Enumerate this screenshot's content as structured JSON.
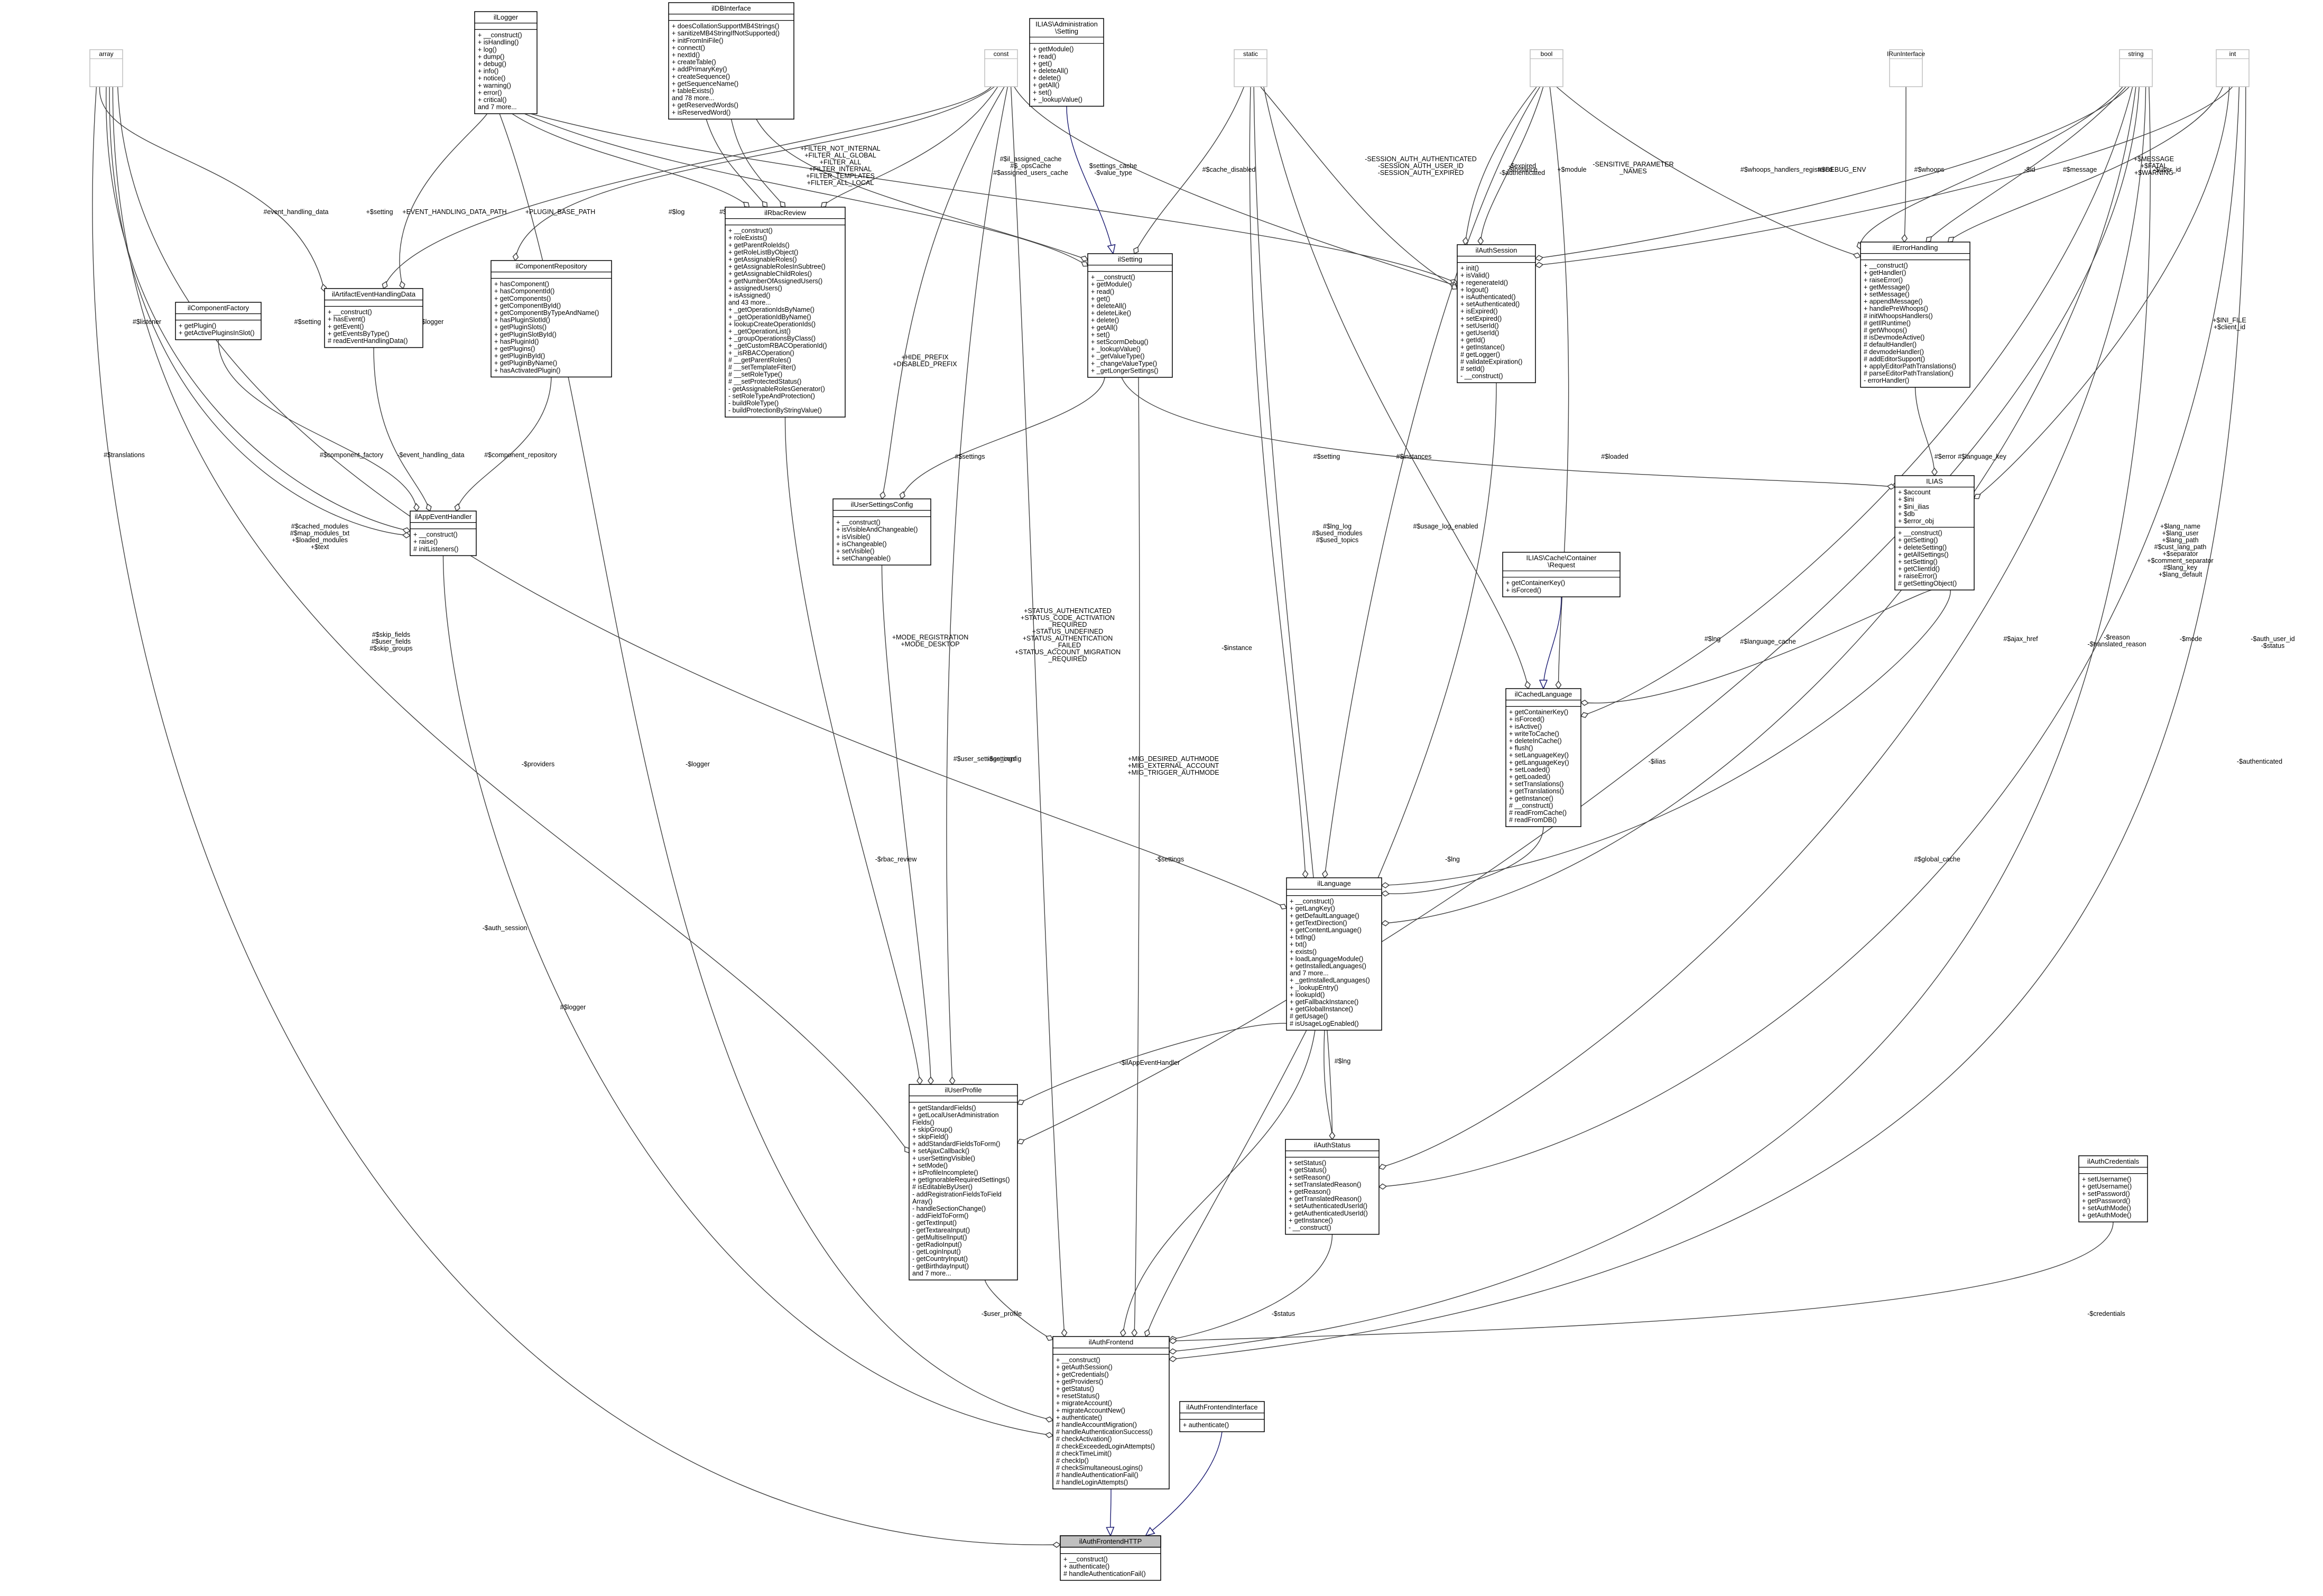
{
  "primitive_types": [
    "array",
    "const",
    "static",
    "bool",
    "string",
    "int",
    "IRunInterface"
  ],
  "classes": [
    {
      "id": "ilLogger",
      "title": [
        "ilLogger"
      ],
      "attrs": [],
      "methods": [
        "+ __construct()",
        "+ isHandling()",
        "+ log()",
        "+ dump()",
        "+ debug()",
        "+ info()",
        "+ notice()",
        "+ warning()",
        "+ error()",
        "+ critical()",
        "and 7 more..."
      ]
    },
    {
      "id": "ilDBInterface",
      "title": [
        "ilDBInterface"
      ],
      "attrs": [],
      "methods": [
        "+ doesCollationSupportMB4Strings()",
        "+ sanitizeMB4StringIfNotSupported()",
        "+ initFromIniFile()",
        "+ connect()",
        "+ nextId()",
        "+ createTable()",
        "+ addPrimaryKey()",
        "+ createSequence()",
        "+ getSequenceName()",
        "+ tableExists()",
        "and 78 more...",
        "+ getReservedWords()",
        "+ isReservedWord()"
      ]
    },
    {
      "id": "ilAdminSetting",
      "title": [
        "ILIAS\\Administration",
        "\\Setting"
      ],
      "attrs": [],
      "methods": [
        "+ getModule()",
        "+ read()",
        "+ get()",
        "+ deleteAll()",
        "+ delete()",
        "+ getAll()",
        "+ set()",
        "+ _lookupValue()"
      ]
    },
    {
      "id": "ilRbacReview",
      "title": [
        "ilRbacReview"
      ],
      "attrs": [],
      "methods": [
        "+ __construct()",
        "+ roleExists()",
        "+ getParentRoleIds()",
        "+ getRoleListByObject()",
        "+ getAssignableRoles()",
        "+ getAssignableRolesInSubtree()",
        "+ getAssignableChildRoles()",
        "+ getNumberOfAssignedUsers()",
        "+ assignedUsers()",
        "+ isAssigned()",
        "and 43 more...",
        "+ _getOperationIdsByName()",
        "+ _getOperationIdByName()",
        "+ lookupCreateOperationIds()",
        "+ _getOperationList()",
        "+ _groupOperationsByClass()",
        "+ _getCustomRBACOperationId()",
        "+ _isRBACOperation()",
        "# __getParentRoles()",
        "# __setTemplateFilter()",
        "# __setRoleType()",
        "# __setProtectedStatus()",
        "- getAssignableRolesGenerator()",
        "- setRoleTypeAndProtection()",
        "- buildRoleType()",
        "- buildProtectionByStringValue()"
      ]
    },
    {
      "id": "ilSetting",
      "title": [
        "ilSetting"
      ],
      "attrs": [],
      "methods": [
        "+ __construct()",
        "+ getModule()",
        "+ read()",
        "+ get()",
        "+ deleteAll()",
        "+ deleteLike()",
        "+ delete()",
        "+ getAll()",
        "+ set()",
        "+ setScormDebug()",
        "+ _lookupValue()",
        "+ _getValueType()",
        "+ _changeValueType()",
        "+ _getLongerSettings()"
      ]
    },
    {
      "id": "ilAuthSession",
      "title": [
        "ilAuthSession"
      ],
      "attrs": [],
      "methods": [
        "+ init()",
        "+ isValid()",
        "+ regenerateId()",
        "+ logout()",
        "+ isAuthenticated()",
        "+ setAuthenticated()",
        "+ isExpired()",
        "+ setExpired()",
        "+ setUserId()",
        "+ getUserId()",
        "+ getId()",
        "+ getInstance()",
        "# getLogger()",
        "# validateExpiration()",
        "# setId()",
        "- __construct()"
      ]
    },
    {
      "id": "ilErrorHandling",
      "title": [
        "ilErrorHandling"
      ],
      "attrs": [],
      "methods": [
        "+ __construct()",
        "+ getHandler()",
        "+ raiseError()",
        "+ getMessage()",
        "+ setMessage()",
        "+ appendMessage()",
        "+ handlePreWhoops()",
        "# initWhoopsHandlers()",
        "# getIlRuntime()",
        "# getWhoops()",
        "# isDevmodeActive()",
        "# defaultHandler()",
        "# devmodeHandler()",
        "# addEditorSupport()",
        "+ applyEditorPathTranslations()",
        "# parseEditorPathTranslation()",
        "- errorHandler()"
      ]
    },
    {
      "id": "ilComponentFactory",
      "title": [
        "ilComponentFactory"
      ],
      "attrs": [],
      "methods": [
        "+ getPlugin()",
        "+ getActivePluginsInSlot()"
      ]
    },
    {
      "id": "ilArtifactEventHandlingData",
      "title": [
        "ilArtifactEventHandlingData"
      ],
      "attrs": [],
      "methods": [
        "+ __construct()",
        "+ hasEvent()",
        "+ getEvent()",
        "+ getEventsByType()",
        "# readEventHandlingData()"
      ]
    },
    {
      "id": "ilComponentRepository",
      "title": [
        "ilComponentRepository"
      ],
      "attrs": [],
      "methods": [
        "+ hasComponent()",
        "+ hasComponentId()",
        "+ getComponents()",
        "+ getComponentById()",
        "+ getComponentByTypeAndName()",
        "+ hasPluginSlotId()",
        "+ getPluginSlots()",
        "+ getPluginSlotById()",
        "+ hasPluginId()",
        "+ getPlugins()",
        "+ getPluginById()",
        "+ getPluginByName()",
        "+ hasActivatedPlugin()"
      ]
    },
    {
      "id": "ilAppEventHandler",
      "title": [
        "ilAppEventHandler"
      ],
      "attrs": [],
      "methods": [
        "+ __construct()",
        "+ raise()",
        "# initListeners()"
      ]
    },
    {
      "id": "ilUserSettingsConfig",
      "title": [
        "ilUserSettingsConfig"
      ],
      "attrs": [],
      "methods": [
        "+ __construct()",
        "+ isVisibleAndChangeable()",
        "+ isVisible()",
        "+ isChangeable()",
        "+ setVisible()",
        "+ setChangeable()"
      ]
    },
    {
      "id": "ilCacheRequest",
      "title": [
        "ILIAS\\Cache\\Container",
        "\\Request"
      ],
      "attrs": [],
      "methods": [
        "+ getContainerKey()",
        "+ isForced()"
      ]
    },
    {
      "id": "ILIAS",
      "title": [
        "ILIAS"
      ],
      "attrs": [
        "+ $account",
        "+ $ini",
        "+ $ini_ilias",
        "+ $db",
        "+ $error_obj"
      ],
      "methods": [
        "+ __construct()",
        "+ getSetting()",
        "+ deleteSetting()",
        "+ getAllSettings()",
        "+ setSetting()",
        "+ getClientId()",
        "+ raiseError()",
        "# getSettingObject()"
      ]
    },
    {
      "id": "ilCachedLanguage",
      "title": [
        "ilCachedLanguage"
      ],
      "attrs": [],
      "methods": [
        "+ getContainerKey()",
        "+ isForced()",
        "+ isActive()",
        "+ writeToCache()",
        "+ deleteInCache()",
        "+ flush()",
        "+ setLanguageKey()",
        "+ getLanguageKey()",
        "+ setLoaded()",
        "+ getLoaded()",
        "+ setTranslations()",
        "+ getTranslations()",
        "+ getInstance()",
        "# __construct()",
        "# readFromCache()",
        "# readFromDB()"
      ]
    },
    {
      "id": "ilLanguage",
      "title": [
        "ilLanguage"
      ],
      "attrs": [],
      "methods": [
        "+ __construct()",
        "+ getLangKey()",
        "+ getDefaultLanguage()",
        "+ getTextDirection()",
        "+ getContentLanguage()",
        "+ txtlng()",
        "+ txt()",
        "+ exists()",
        "+ loadLanguageModule()",
        "+ getInstalledLanguages()",
        "and 7 more...",
        "+ _getInstalledLanguages()",
        "+ _lookupEntry()",
        "+ lookupId()",
        "+ getFallbackInstance()",
        "+ getGlobalInstance()",
        "# getUsage()",
        "# isUsageLogEnabled()"
      ]
    },
    {
      "id": "ilUserProfile",
      "title": [
        "ilUserProfile"
      ],
      "attrs": [],
      "methods": [
        "+ getStandardFields()",
        "+ getLocalUserAdministration",
        "Fields()",
        "+ skipGroup()",
        "+ skipField()",
        "+ addStandardFieldsToForm()",
        "+ setAjaxCallback()",
        "+ userSettingVisible()",
        "+ setMode()",
        "+ isProfileIncomplete()",
        "+ getIgnorableRequiredSettings()",
        "# isEditableByUser()",
        "- addRegistrationFieldsToField",
        "Array()",
        "- handleSectionChange()",
        "- addFieldToForm()",
        "- getTextInput()",
        "- getTextareaInput()",
        "- getMultiselInput()",
        "- getRadioInput()",
        "- getLoginInput()",
        "- getCountryInput()",
        "- getBirthdayInput()",
        "and 7 more..."
      ]
    },
    {
      "id": "ilAuthStatus",
      "title": [
        "ilAuthStatus"
      ],
      "attrs": [],
      "methods": [
        "+ setStatus()",
        "+ getStatus()",
        "+ setReason()",
        "+ setTranslatedReason()",
        "+ getReason()",
        "+ getTranslatedReason()",
        "+ setAuthenticatedUserId()",
        "+ getAuthenticatedUserId()",
        "+ getInstance()",
        "- __construct()"
      ]
    },
    {
      "id": "ilAuthCredentials",
      "title": [
        "ilAuthCredentials"
      ],
      "attrs": [],
      "methods": [
        "+ setUsername()",
        "+ getUsername()",
        "+ setPassword()",
        "+ getPassword()",
        "+ setAuthMode()",
        "+ getAuthMode()"
      ]
    },
    {
      "id": "ilAuthFrontend",
      "title": [
        "ilAuthFrontend"
      ],
      "attrs": [],
      "methods": [
        "+ __construct()",
        "+ getAuthSession()",
        "+ getCredentials()",
        "+ getProviders()",
        "+ getStatus()",
        "+ resetStatus()",
        "+ migrateAccount()",
        "+ migrateAccountNew()",
        "+ authenticate()",
        "# handleAccountMigration()",
        "# handleAuthenticationSuccess()",
        "# checkActivation()",
        "# checkExceededLoginAttempts()",
        "# checkTimeLimit()",
        "# checkIp()",
        "# checkSimultaneousLogins()",
        "# handleAuthenticationFail()",
        "# handleLoginAttempts()"
      ]
    },
    {
      "id": "ilAuthFrontendInterface",
      "title": [
        "ilAuthFrontendInterface"
      ],
      "attrs": [],
      "methods": [
        "+ authenticate()"
      ]
    },
    {
      "id": "ilAuthFrontendHTTP",
      "title": [
        "ilAuthFrontendHTTP"
      ],
      "attrs": [],
      "methods": [
        "+ __construct()",
        "+ authenticate()",
        "# handleAuthenticationFail()"
      ]
    }
  ],
  "edge_labels": [
    [
      "#event_handling_data"
    ],
    [
      "+$setting"
    ],
    [
      "+EVENT_HANDLING_DATA_PATH"
    ],
    [
      "+PLUGIN_BASE_PATH"
    ],
    [
      "#$log"
    ],
    [
      "#$db"
    ],
    [
      "-$logger"
    ],
    [
      "#$db"
    ],
    [
      "+FILTER_NOT_INTERNAL",
      "+FILTER_ALL_GLOBAL",
      "+FILTER_ALL",
      "+FILTER_INTERNAL",
      "+FILTER_TEMPLATES",
      "+FILTER_ALL_LOCAL"
    ],
    [
      "#$il_assigned_cache",
      "#$_opsCache",
      "#$assigned_users_cache"
    ],
    [
      "$settings_cache",
      "-$value_type"
    ],
    [
      "#$cache_disabled"
    ],
    [
      "-SESSION_AUTH_AUTHENTICATED",
      "-SESSION_AUTH_USER_ID",
      "-SESSION_AUTH_EXPIRED"
    ],
    [
      "-$instance"
    ],
    [
      "-$expired",
      "-$authenticated"
    ],
    [
      "+$module"
    ],
    [
      "-SENSITIVE_PARAMETER",
      "_NAMES"
    ],
    [
      "#$whoops_handlers_registered"
    ],
    [
      "#$DEBUG_ENV"
    ],
    [
      "#$whoops"
    ],
    [
      "-$id"
    ],
    [
      "#$message"
    ],
    [
      "-$user_id"
    ],
    [
      "+$MESSAGE",
      "+$FATAL",
      "+$WARNING"
    ],
    [
      "#$listener"
    ],
    [
      "#$setting"
    ],
    [
      "#$logger"
    ],
    [
      "+$INI_FILE",
      "+$client_id"
    ],
    [
      "+HIDE_PREFIX",
      "+DISABLED_PREFIX"
    ],
    [
      "#$translations"
    ],
    [
      "#$component_factory"
    ],
    [
      "-$event_handling_data"
    ],
    [
      "#$component_repository"
    ],
    [
      "#$settings"
    ],
    [
      "#$setting"
    ],
    [
      "#$instances"
    ],
    [
      "#$loaded"
    ],
    [
      "#$language_key"
    ],
    [
      "#$error"
    ],
    [
      "#$cached_modules",
      "#$map_modules_txt",
      "+$loaded_modules",
      "+$text"
    ],
    [
      "#$lng_log",
      "#$used_modules",
      "#$used_topics"
    ],
    [
      "#$usage_log_enabled"
    ],
    [
      "+$lang_name",
      "+$lang_user",
      "+$lang_path",
      "#$cust_lang_path",
      "+$separator",
      "+$comment_separator",
      "#$lang_key",
      "+$lang_default"
    ],
    [
      "#$lng"
    ],
    [
      "-$instance"
    ],
    [
      "#$language_cache"
    ],
    [
      "#$ajax_href"
    ],
    [
      "-$reason",
      "-$translated_reason"
    ],
    [
      "-$mode"
    ],
    [
      "-$auth_user_id",
      "-$status"
    ],
    [
      "#$skip_fields",
      "#$user_fields",
      "#$skip_groups"
    ],
    [
      "+STATUS_AUTHENTICATED",
      "+STATUS_CODE_ACTIVATION",
      "_REQUIRED",
      "+STATUS_UNDEFINED",
      "+STATUS_AUTHENTICATION",
      "_FAILED",
      "+STATUS_ACCOUNT_MIGRATION",
      "_REQUIRED"
    ],
    [
      "+MODE_REGISTRATION",
      "+MODE_DESKTOP"
    ],
    [
      "-$settings"
    ],
    [
      "+MIG_DESIRED_AUTHMODE",
      "+MIG_EXTERNAL_ACCOUNT",
      "+MIG_TRIGGER_AUTHMODE"
    ],
    [
      "-$ilias"
    ],
    [
      "-$authenticated"
    ],
    [
      "-$providers"
    ],
    [
      "-$logger"
    ],
    [
      "-$rbac_review"
    ],
    [
      "#$user_settings_config"
    ],
    [
      "-$settings"
    ],
    [
      "-$lng"
    ],
    [
      "#$global_cache"
    ],
    [
      "-$auth_session"
    ],
    [
      "#$logger"
    ],
    [
      "-$ilAppEventHandler"
    ],
    [
      "#$lng"
    ],
    [
      "-$lng"
    ],
    [
      "-$user_profile"
    ],
    [
      "-$status"
    ],
    [
      "-$credentials"
    ]
  ]
}
